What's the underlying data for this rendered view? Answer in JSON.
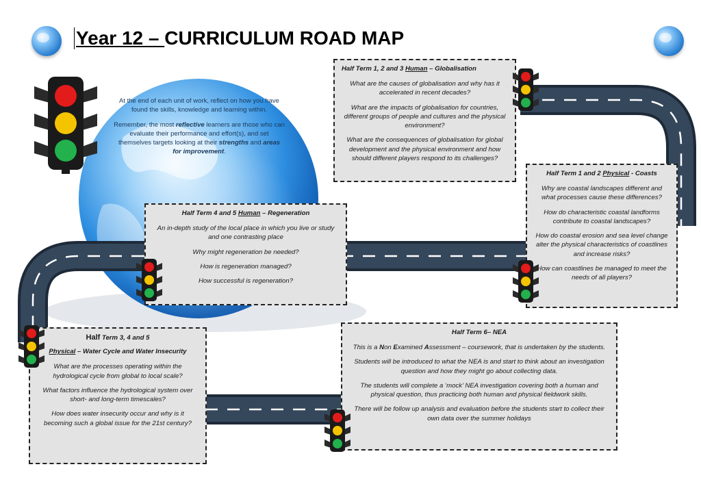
{
  "page": {
    "title_prefix": "Year 12 – ",
    "title_main": "CURRICULUM ROAD MAP"
  },
  "icons": {
    "globe": "globe-icon",
    "traffic_light": "traffic-light-icon"
  },
  "colors": {
    "road": "#2c3a4a",
    "road_lane": "#ffffff",
    "light_red": "#e21b1b",
    "light_amber": "#f5c400",
    "light_green": "#22b14c",
    "box_fill": "#e3e3e3",
    "globe_blue": "#2a7fd0"
  },
  "intro": {
    "line1": "At the end of each unit of work, reflect on how you have found the skills, knowledge and learning within.",
    "line2_start": "Remember, the most ",
    "line2_em1": "reflective",
    "line2_mid": " learners are those who can evaluate their performance and effort(s), and set themselves targets looking at their ",
    "line2_em2": "strengths",
    "line2_and": " and ",
    "line2_em3": "areas for improvement",
    "line2_end": "."
  },
  "globalisation": {
    "head_prefix": "Half Term 1, 2 and 3 ",
    "head_ul": "Human",
    "head_suffix": " – Globalisation",
    "q1": "What are the causes of globalisation and why has it accelerated in recent decades?",
    "q2": "What are the impacts of globalisation for countries, different groups of people and cultures and the physical environment?",
    "q3": "What are the consequences of globalisation for global development and the physical environment and how should different players respond to its challenges?"
  },
  "coasts": {
    "head_prefix": "Half Term 1 and 2  ",
    "head_ul": "Physical",
    "head_suffix": " - Coasts",
    "q1": "Why are coastal landscapes different and what processes cause these differences?",
    "q2": "How do characteristic coastal landforms contribute to coastal landscapes?",
    "q3": "How do coastal erosion and sea level change alter the physical characteristics of coastlines and increase risks?",
    "q4": "How can coastlines be managed to meet the needs of all players?"
  },
  "regeneration": {
    "head_prefix": "Half Term 4 and 5 ",
    "head_ul": "Human",
    "head_suffix": " – Regeneration",
    "q1": "An in-depth study of the local place in which you live or study and one contrasting place",
    "q2": "Why might regeneration be needed?",
    "q3": "How is regeneration managed?",
    "q4": "How successful is regeneration?"
  },
  "water": {
    "head1_a": "Half",
    "head1_b": " Term 3, 4 and 5",
    "head2_ul": "Physical",
    "head2_suffix": " – Water Cycle and Water Insecurity",
    "q1": "What are the processes operating within the hydrological cycle from global to local scale?",
    "q2": "What factors influence the hydrological system over short- and long-term timescales?",
    "q3": "How does water insecurity occur and why is it becoming such a global issue for the 21st century?"
  },
  "nea": {
    "head": "Half Term 6– NEA",
    "p1_a": "This is a ",
    "p1_N": "N",
    "p1_b": "on ",
    "p1_E": "E",
    "p1_c": "xamined ",
    "p1_A": "A",
    "p1_d": "ssessment – coursework, that is undertaken by the students.",
    "p2": "Students will be introduced to what the NEA is and start to think about an investigation question and how they might go about collecting data.",
    "p3": "The students will complete a ‘mock’ NEA investigation covering both a human and physical question, thus practicing both human and physical fieldwork skills.",
    "p4": "There will be follow up analysis and evaluation before the students start to collect their own data over the summer holidays"
  }
}
